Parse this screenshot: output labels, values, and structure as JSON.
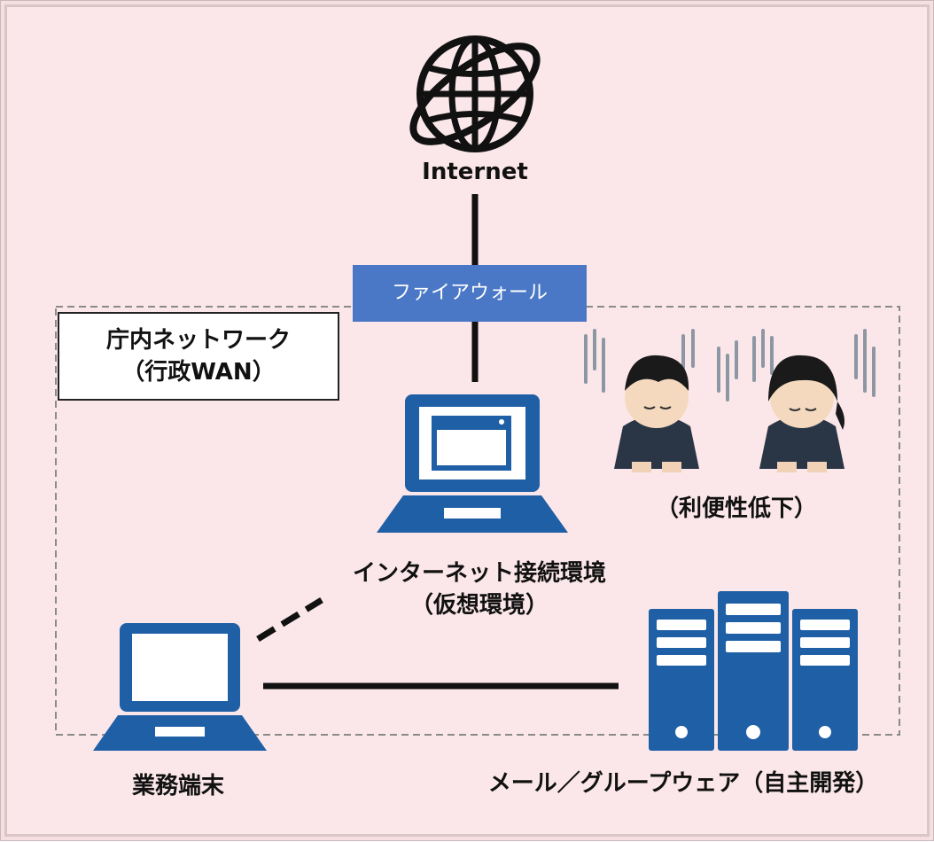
{
  "internet_label": "Internet",
  "firewall_label": "ファイアウォール",
  "network_title": {
    "line1": "庁内ネットワーク",
    "line2": "（行政WAN）"
  },
  "complaint_label": "（利便性低下）",
  "internet_env": {
    "line1": "インターネット接続環境",
    "line2": "（仮想環境）"
  },
  "terminal_label": "業務端末",
  "server_label": "メール／グループウェア（自主開発）",
  "colors": {
    "background": "#fbe7e9",
    "accent_blue": "#1f5fa6",
    "firewall_blue": "#4a78c6",
    "line": "#111111"
  },
  "icons": [
    "globe-icon",
    "laptop-icon",
    "server-icon",
    "person-icon"
  ]
}
